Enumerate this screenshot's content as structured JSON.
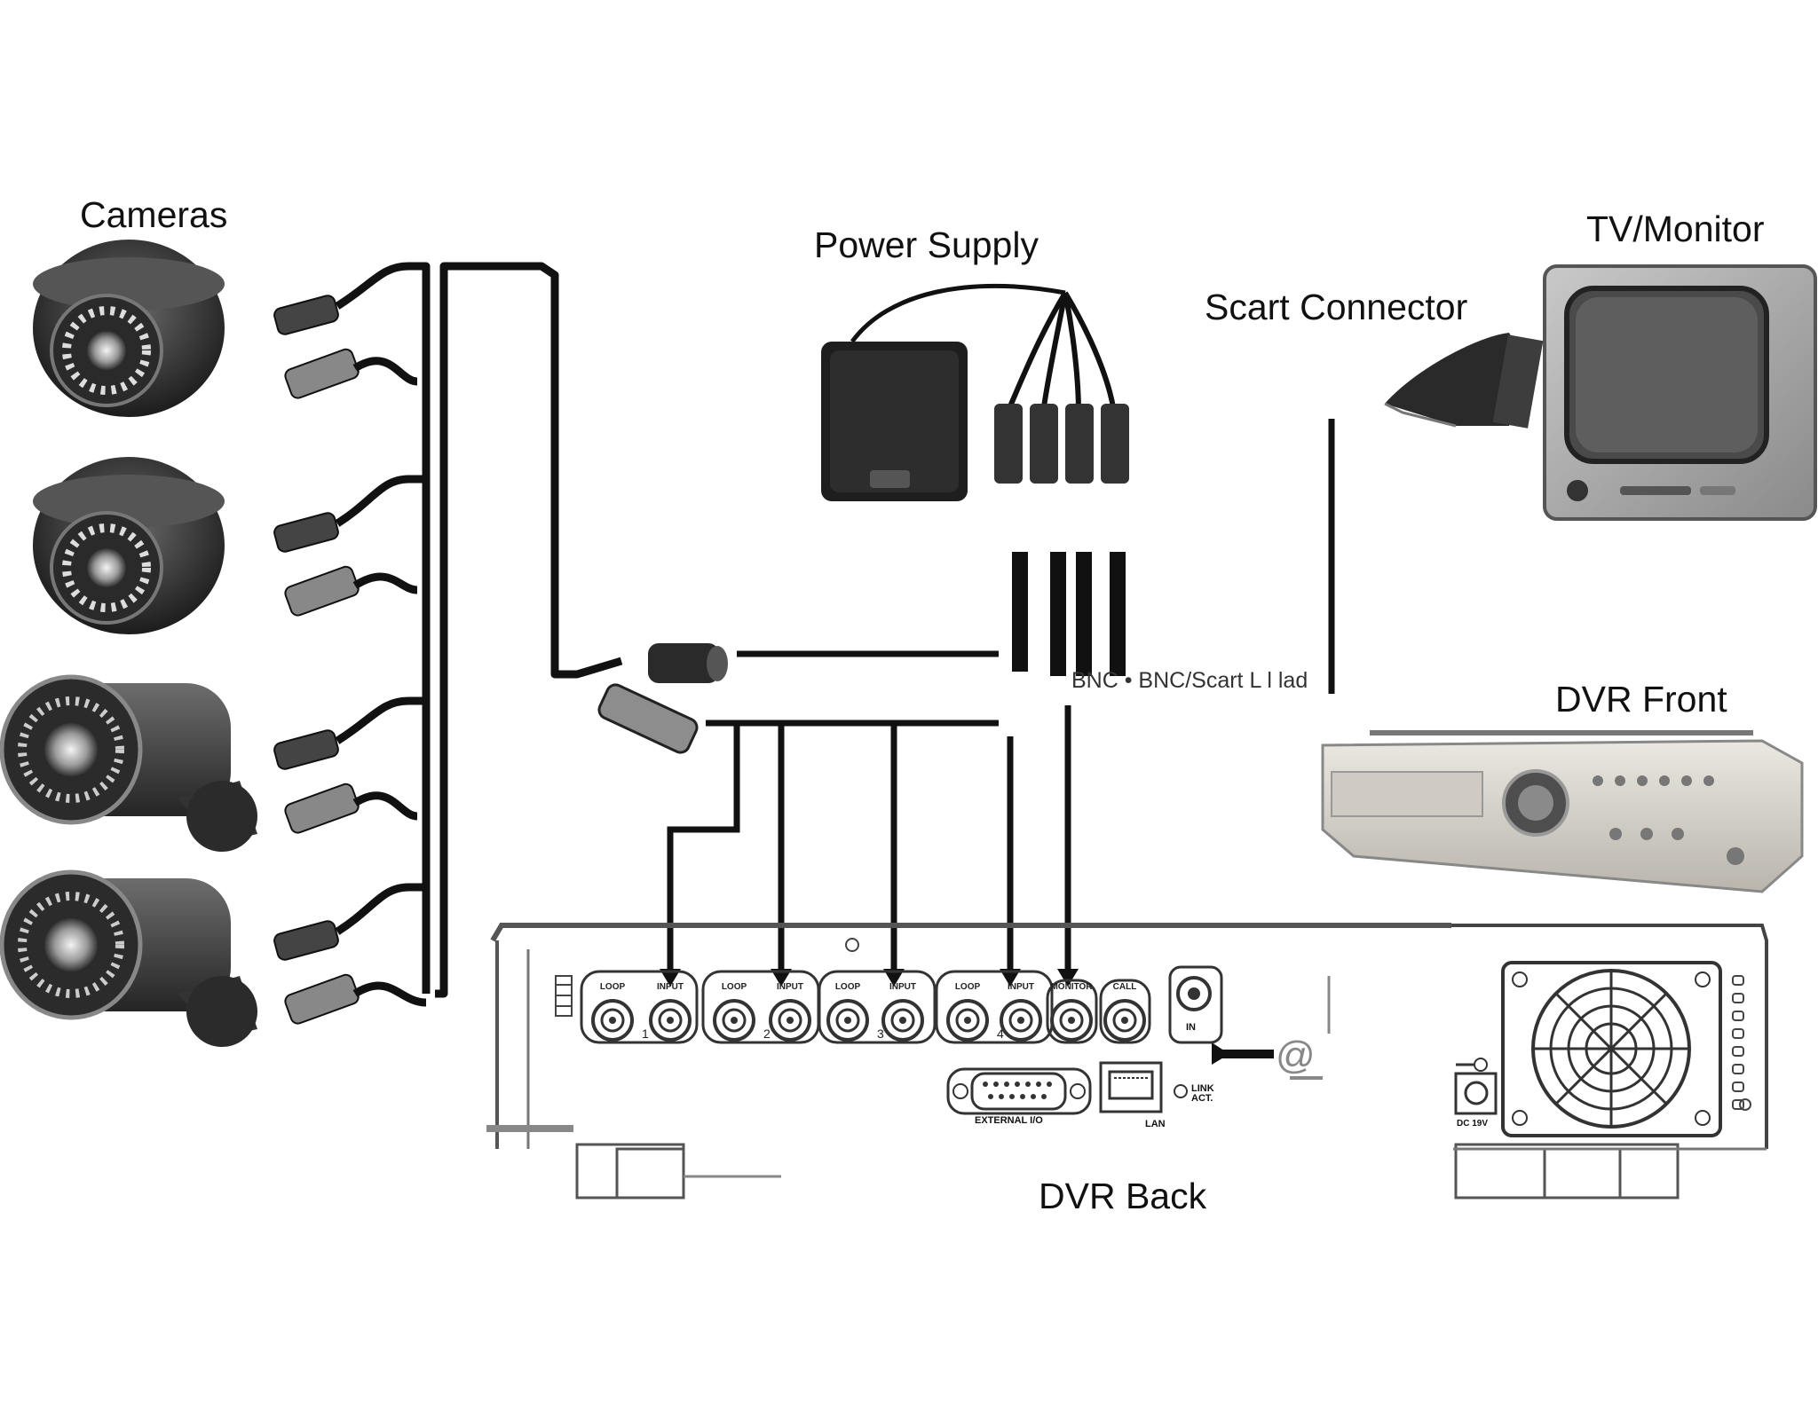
{
  "labels": {
    "cameras": "Cameras",
    "power_supply": "Power Supply",
    "scart_connector": "Scart Connector",
    "tv_monitor": "TV/Monitor",
    "bnc_note": "BNC • BNC/Scart L l lad",
    "dvr_front": "DVR Front",
    "dvr_back": "DVR Back"
  },
  "dvr_back_panel": {
    "ports": [
      {
        "label": "LOOP",
        "number": "1"
      },
      {
        "label": "INPUT",
        "number": ""
      },
      {
        "label": "LOOP",
        "number": "2"
      },
      {
        "label": "INPUT",
        "number": ""
      },
      {
        "label": "LOOP",
        "number": "3"
      },
      {
        "label": "INPUT",
        "number": ""
      },
      {
        "label": "LOOP",
        "number": "4"
      },
      {
        "label": "INPUT",
        "number": ""
      },
      {
        "label": "MONITOR",
        "number": ""
      },
      {
        "label": "CALL",
        "number": ""
      }
    ],
    "in_label": "IN",
    "external_io": "EXTERNAL I/O",
    "lan": "LAN",
    "link_act": "LINK ACT.",
    "dc": "DC 19V",
    "at_symbol": "@"
  },
  "colors": {
    "cable": "#111111",
    "camera_body": "#3a3a3a",
    "dvr_front_body": "#d9d6cf",
    "outline": "#222222"
  }
}
